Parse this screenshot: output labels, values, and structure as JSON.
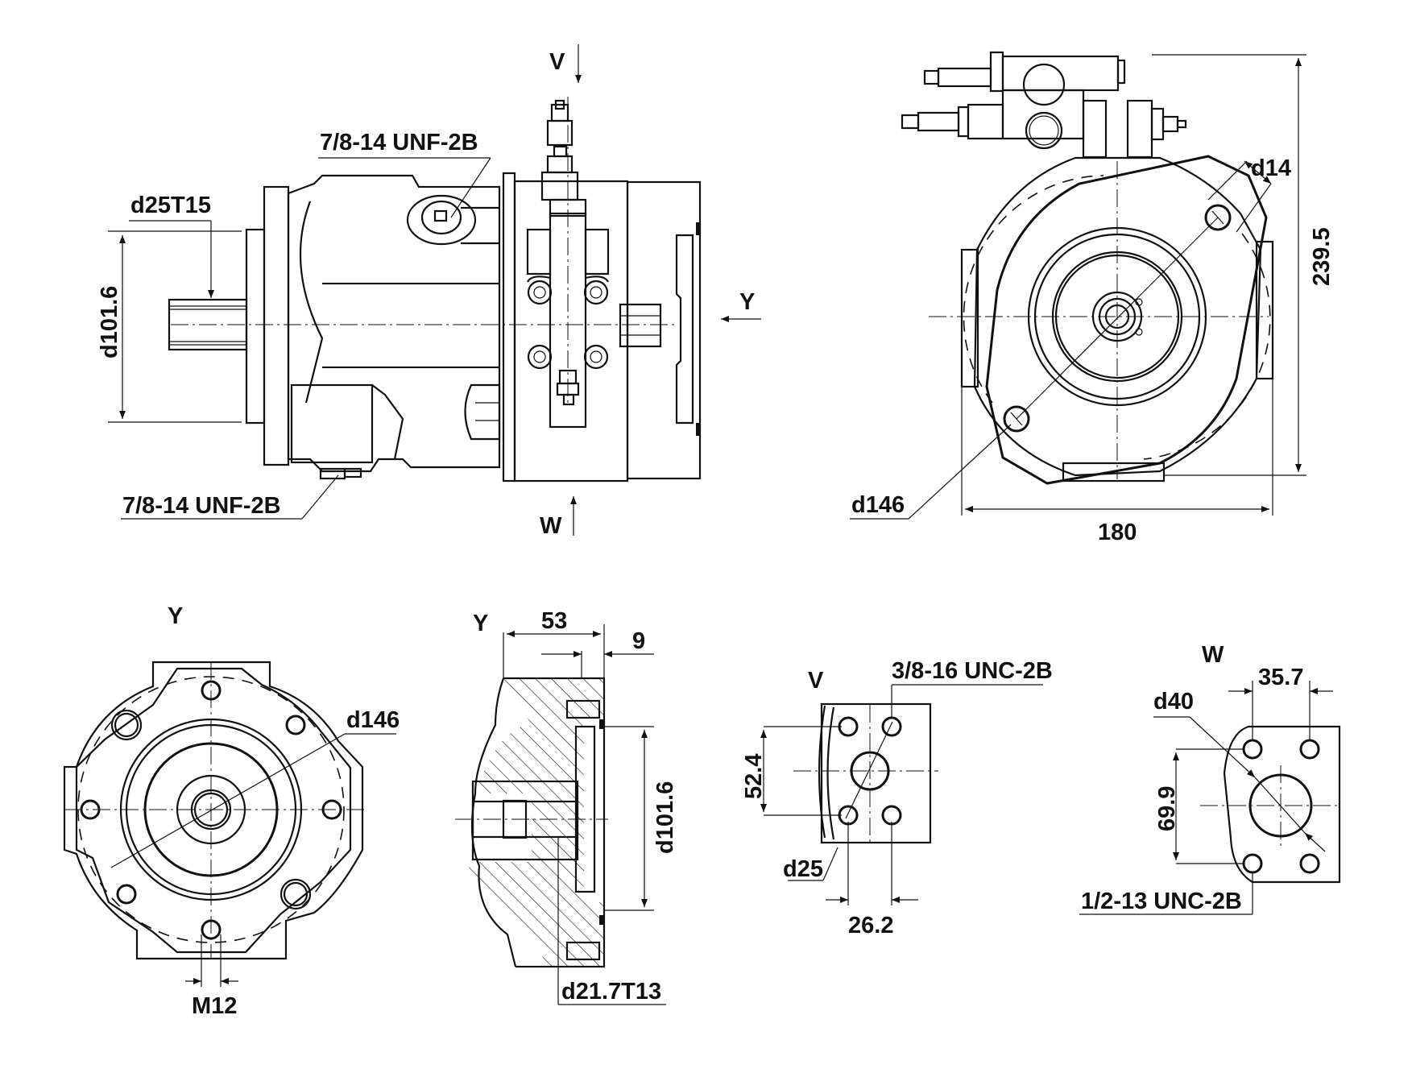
{
  "drawing": {
    "title": "Axial piston pump dimensional drawing",
    "line_color": "#111111",
    "background": "#ffffff"
  },
  "side_view": {
    "port_top_thread": "7/8-14 UNF-2B",
    "port_bottom_thread": "7/8-14 UNF-2B",
    "shaft_spline": "d25T15",
    "pilot_diameter": "d101.6",
    "view_arrow_v": "V",
    "view_arrow_w": "W",
    "view_arrow_y": "Y"
  },
  "front_view": {
    "bolt_hole": "d14",
    "bolt_circle": "d146",
    "width": "180",
    "height": "239.5"
  },
  "view_y_face": {
    "title": "Y",
    "bolt_circle": "d146",
    "thread": "M12"
  },
  "view_y_section": {
    "title": "Y",
    "depth": "53",
    "step": "9",
    "pilot_diameter": "d101.6",
    "spline": "d21.7T13"
  },
  "view_v": {
    "title": "V",
    "thread": "3/8-16 UNC-2B",
    "bolt_spacing_vertical": "52.4",
    "bolt_spacing_horizontal": "26.2",
    "port_diameter": "d25"
  },
  "view_w": {
    "title": "W",
    "bolt_spacing_horizontal": "35.7",
    "bolt_spacing_vertical": "69.9",
    "port_diameter": "d40",
    "thread": "1/2-13 UNC-2B"
  }
}
